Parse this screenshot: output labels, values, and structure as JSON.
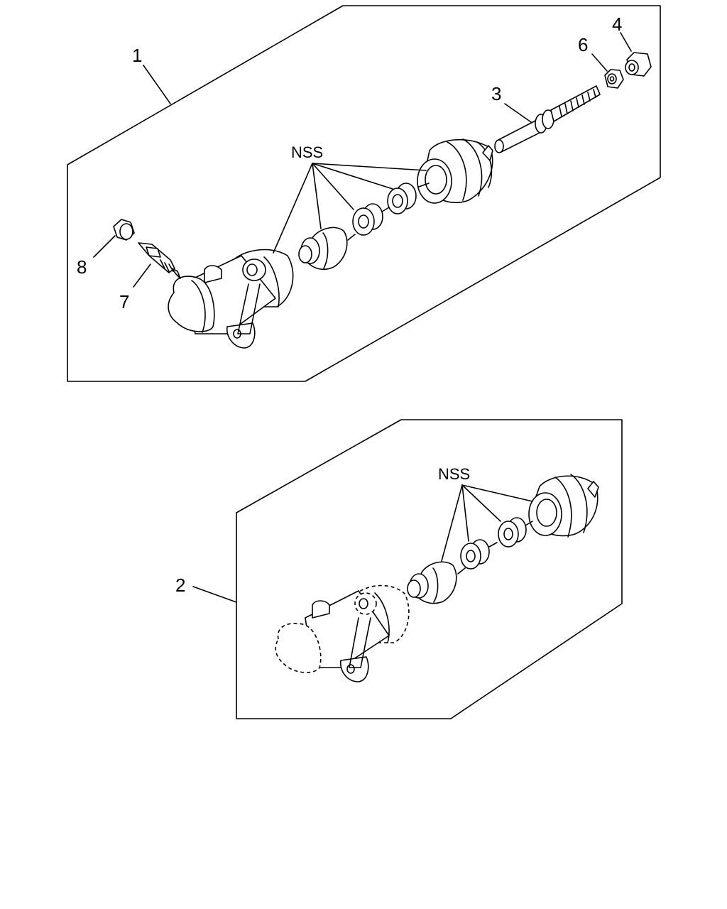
{
  "diagram": {
    "top_group": {
      "callouts": {
        "item_1": "1",
        "item_3": "3",
        "item_4": "4",
        "item_6": "6",
        "item_7": "7",
        "item_8": "8",
        "nss": "NSS"
      }
    },
    "bottom_group": {
      "callouts": {
        "item_2": "2",
        "nss": "NSS"
      }
    },
    "colors": {
      "line": "#000000",
      "background": "#ffffff"
    }
  }
}
